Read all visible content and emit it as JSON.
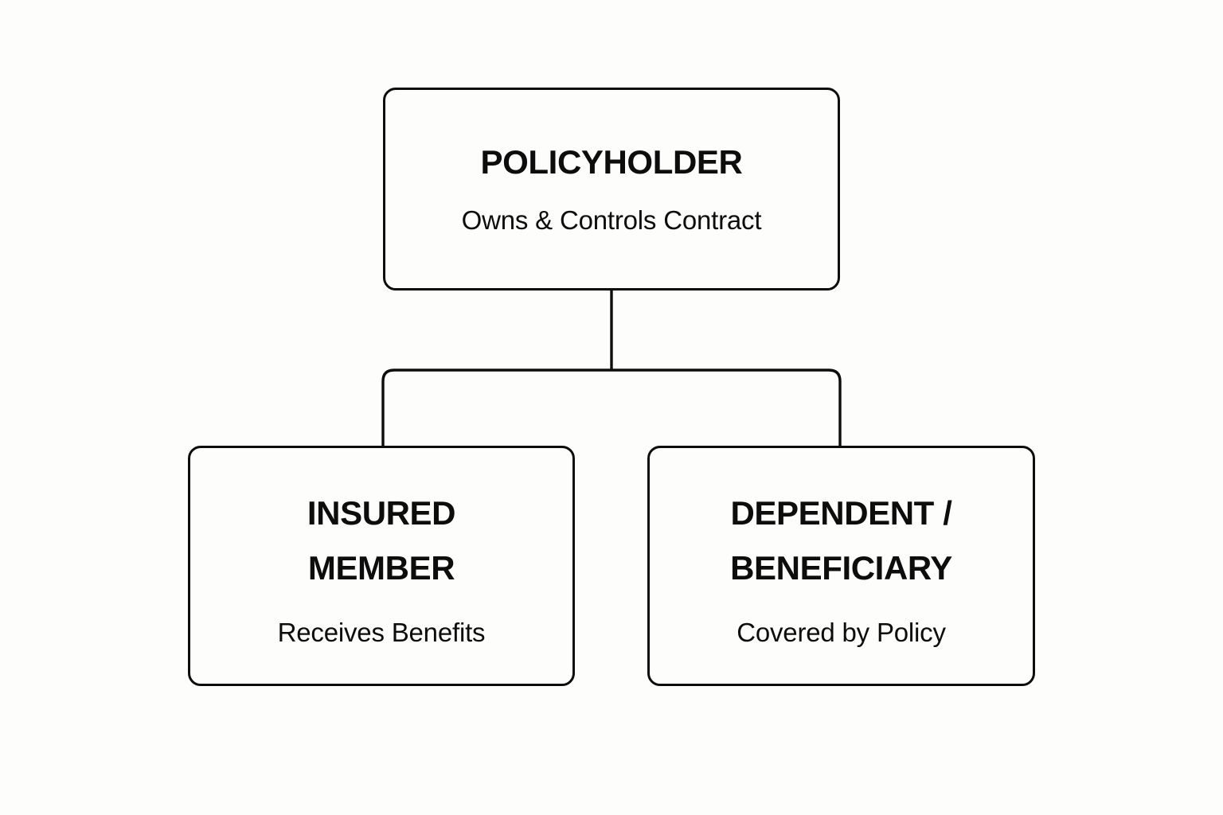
{
  "diagram": {
    "type": "organizational-hierarchy",
    "title": "",
    "background_color": "#fdfdfb",
    "stroke_color": "#0d0d0d",
    "text_color": "#0d0d0d",
    "nodes": [
      {
        "id": "policyholder",
        "title": "POLICYHOLDER",
        "subtitle": "Owns & Controls Contract",
        "level": 0
      },
      {
        "id": "insured-member",
        "title": "INSURED\nMEMBER",
        "subtitle": "Receives Benefits",
        "level": 1
      },
      {
        "id": "dependent-beneficiary",
        "title": "DEPENDENT /\nBENEFICIARY",
        "subtitle": "Covered by Policy",
        "level": 1
      }
    ],
    "edges": [
      {
        "from": "policyholder",
        "to": "insured-member"
      },
      {
        "from": "policyholder",
        "to": "dependent-beneficiary"
      }
    ]
  }
}
